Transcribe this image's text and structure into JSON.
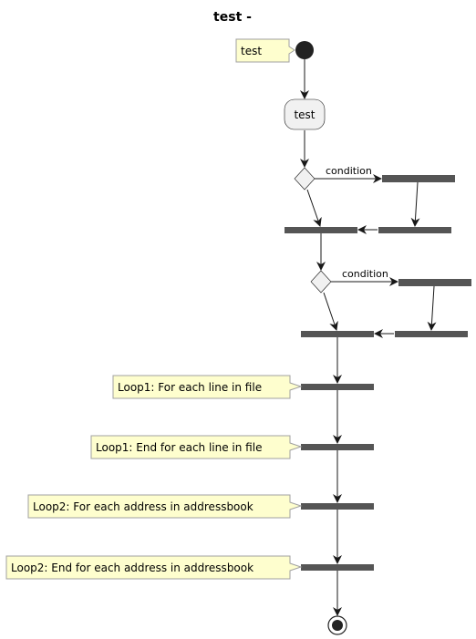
{
  "title": "test -",
  "start_note": "test",
  "action_label": "test",
  "branch_1": {
    "condition": "condition"
  },
  "branch_2": {
    "condition": "condition"
  },
  "loop_notes": {
    "loop1_start": "Loop1: For each line in file",
    "loop1_end": "Loop1: End for each line in file",
    "loop2_start": "Loop2: For each address in addressbook",
    "loop2_end": "Loop2: End for each address in addressbook"
  },
  "colors": {
    "bar": "#555555",
    "note_fill": "#fefece",
    "note_stroke": "#a0a0a0",
    "action_fill": "#f1f1f1",
    "line": "#181818",
    "node": "#222222"
  }
}
